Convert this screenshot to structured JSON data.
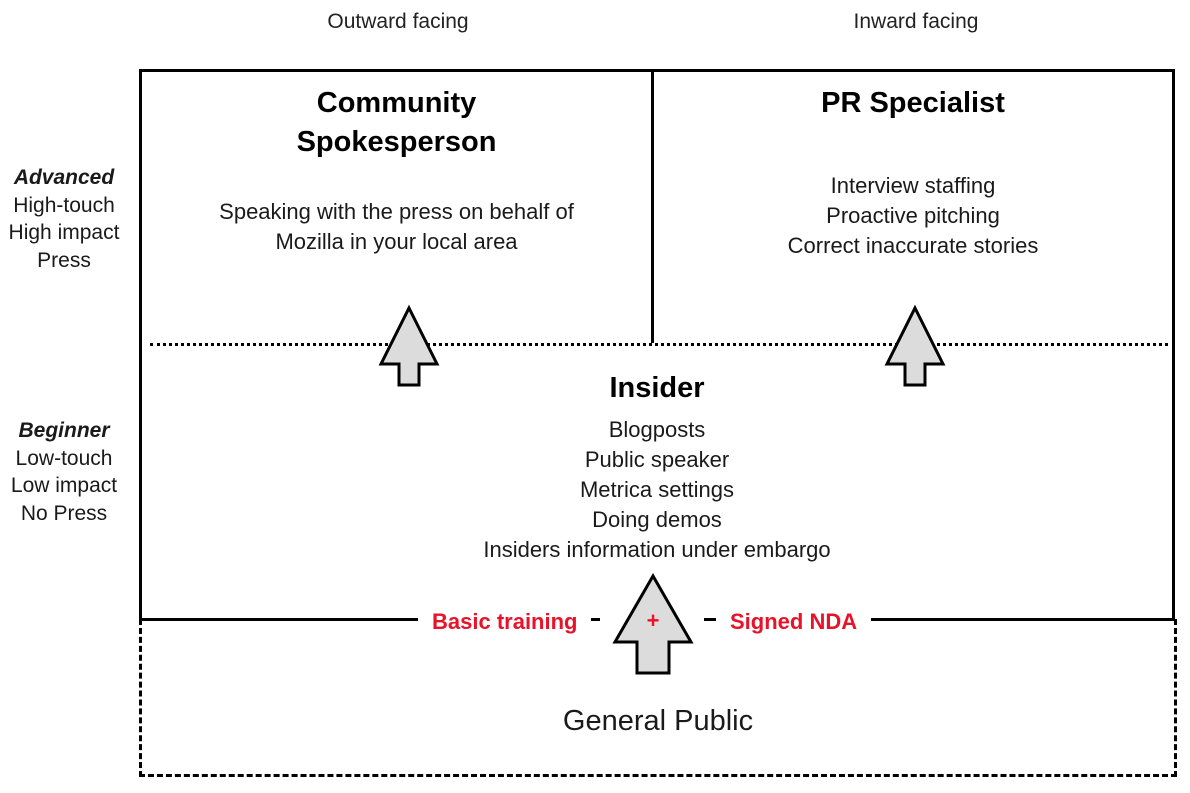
{
  "columns": {
    "outward": "Outward facing",
    "inward": "Inward facing"
  },
  "levels": {
    "advanced": {
      "label": "Advanced",
      "lines": [
        "High-touch",
        "High impact",
        "Press"
      ]
    },
    "beginner": {
      "label": "Beginner",
      "lines": [
        "Low-touch",
        "Low impact",
        "No Press"
      ]
    }
  },
  "boxes": {
    "community": {
      "title_lines": [
        "Community",
        "Spokesperson"
      ],
      "lines": [
        "Speaking with the press on behalf of",
        "Mozilla in your local area"
      ]
    },
    "pr": {
      "title": "PR Specialist",
      "lines": [
        "Interview staffing",
        "Proactive pitching",
        "Correct inaccurate stories"
      ]
    },
    "insider": {
      "title": "Insider",
      "lines": [
        "Blogposts",
        "Public speaker",
        "Metrica settings",
        "Doing demos",
        "Insiders information under embargo"
      ]
    }
  },
  "requirements": {
    "left": "Basic training",
    "plus": "+",
    "right": "Signed NDA"
  },
  "public": "General Public",
  "colors": {
    "accent_red": "#e8122a",
    "arrow_fill": "#dcdcdc",
    "line": "#000000"
  }
}
